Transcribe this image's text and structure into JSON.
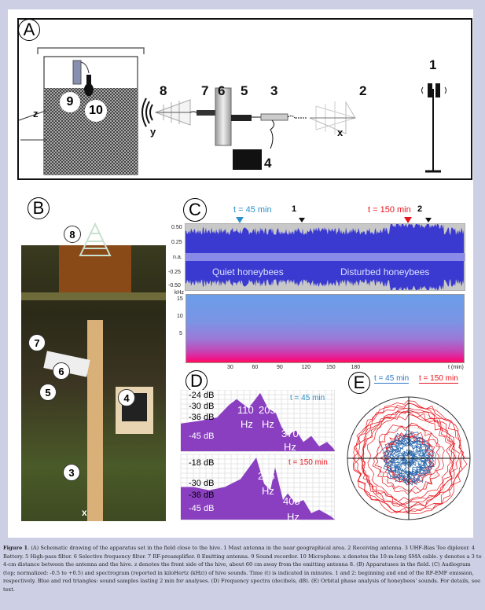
{
  "panels": {
    "a": "A",
    "b": "B",
    "c": "C",
    "d": "D",
    "e": "E"
  },
  "panel_a": {
    "labels": [
      "1",
      "2",
      "3",
      "4",
      "5",
      "6",
      "7",
      "8",
      "9",
      "10"
    ],
    "x": "x",
    "y": "y",
    "z": "z"
  },
  "panel_b": {
    "labels": [
      "8",
      "7",
      "6",
      "5",
      "4",
      "3"
    ],
    "x": "x"
  },
  "panel_c": {
    "t45": "t = 45 min",
    "t150": "t = 150 min",
    "marker1": "1",
    "marker2": "2",
    "quiet": "Quiet honeybees",
    "disturbed": "Disturbed honeybees",
    "y_ticks": [
      "0.50",
      "0.25",
      "n.a.",
      "-0.25",
      "-0.50"
    ],
    "khz_label": "kHz",
    "spec_ticks": [
      "15",
      "10",
      "5"
    ],
    "x_ticks": [
      "30",
      "60",
      "90",
      "120",
      "150",
      "180"
    ],
    "x_label": "t (min)",
    "colors": {
      "blue": "#2a8fc8",
      "red": "#e8141c",
      "wave": "#3a3ad0"
    }
  },
  "panel_d": {
    "top": {
      "title": "t = 45 min",
      "db": [
        "-24 dB",
        "-30 dB",
        "-36 dB",
        "-45 dB"
      ],
      "peaks": [
        "110",
        "205",
        "370"
      ],
      "unit": "Hz"
    },
    "bottom": {
      "title": "t = 150 min",
      "db": [
        "-18 dB",
        "-30 dB",
        "-36 dB",
        "-45 dB"
      ],
      "peaks": [
        "205",
        "405"
      ],
      "unit": "Hz"
    },
    "fill": "#8a3fc0"
  },
  "panel_e": {
    "legend_blue": "t = 45 min",
    "legend_red": "t = 150 min"
  },
  "caption": {
    "label": "Figure 1",
    "text": ". (A) Schematic drawing of the apparatus set in the field close to the hive. 1 Mast antenna in the near geographical area. 2 Receiving antenna. 3 UHF-Bias Tee diplexer. 4 Battery. 5 High-pass filter. 6 Selective frequency filter. 7 RF-preamplifier. 8 Emitting antenna. 9 Sound recorder. 10 Microphone. x denotes the 10-m-long SMA cable. y denotes a 3 to 4-cm distance between the antenna and the hive. z denotes the front side of the hive, about 60 cm away from the emitting antenna 8. (B) Apparatuses in the field. (C) Audiogram (top; normalized: -0.5 to +0.5) and spectrogram (reported in kiloHertz (kHz)) of hive sounds. Time (t) is indicated in minutes. 1 and 2: beginning and end of the RF-EMF emission, respectively. Blue and red triangles: sound samples lasting 2 min for analyses. (D) Frequency spectra (decibels, dB). (E) Orbital phase analysis of honeybees' sounds. For details, see text."
  }
}
